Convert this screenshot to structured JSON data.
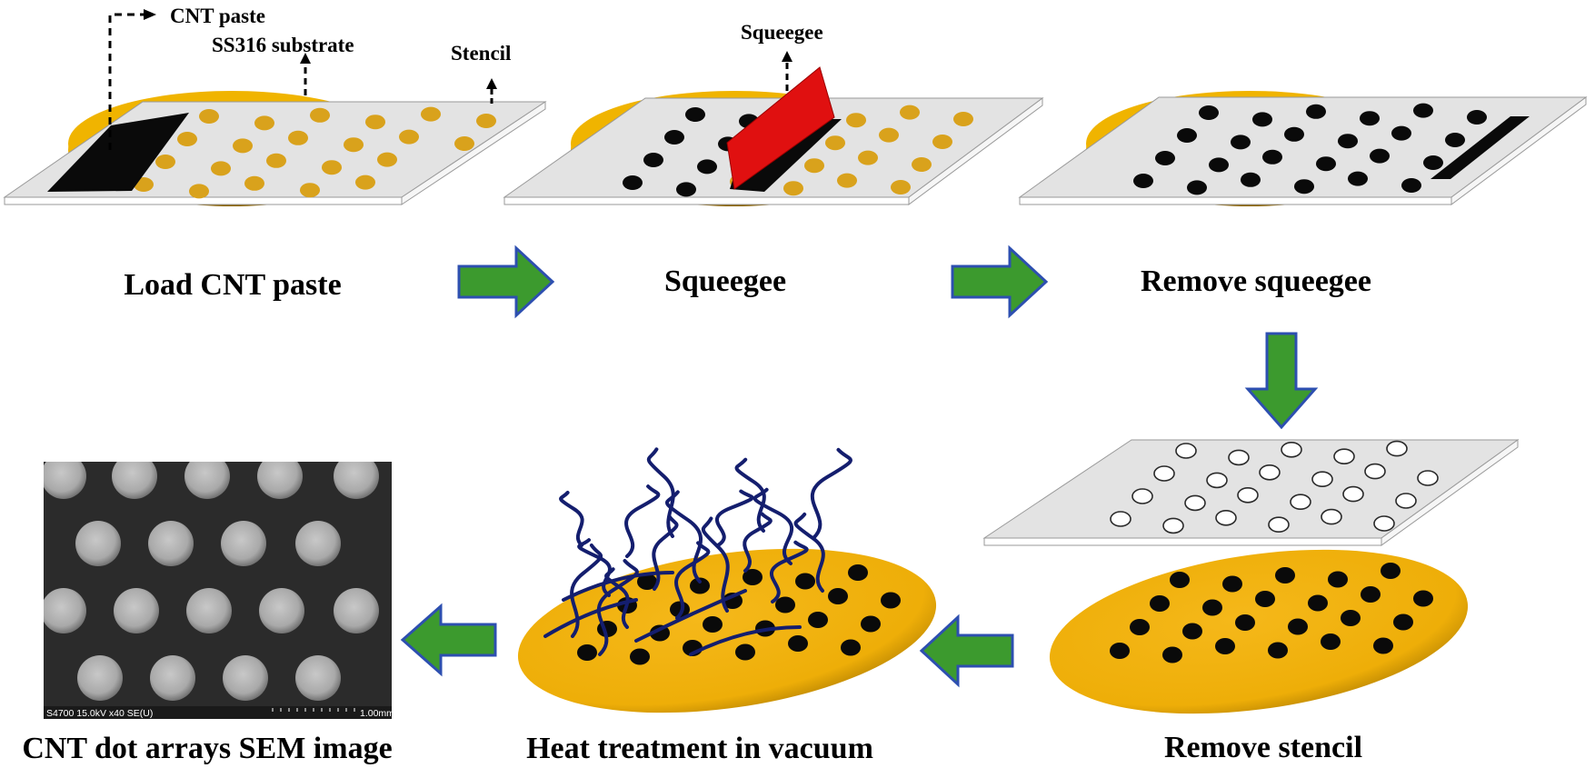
{
  "steps": {
    "load": "Load CNT paste",
    "squeegee": "Squeegee",
    "remove_squeegee": "Remove squeegee",
    "remove_stencil": "Remove stencil",
    "heat": "Heat treatment in vacuum",
    "sem": "CNT dot arrays SEM image"
  },
  "callouts": {
    "cnt_paste": "CNT paste",
    "substrate": "SS316 substrate",
    "stencil": "Stencil",
    "squeegee": "Squeegee"
  },
  "sem": {
    "info": "S4700 15.0kV x40 SE(U)",
    "scale": "1.00mm"
  },
  "colors": {
    "substrate": "#f0b400",
    "stencil": "#e3e3e3",
    "arrow_fill": "#3c9a2e",
    "arrow_stroke": "#2d4fb0",
    "squeegee": "#e01010",
    "cnt": "#141e6e"
  }
}
